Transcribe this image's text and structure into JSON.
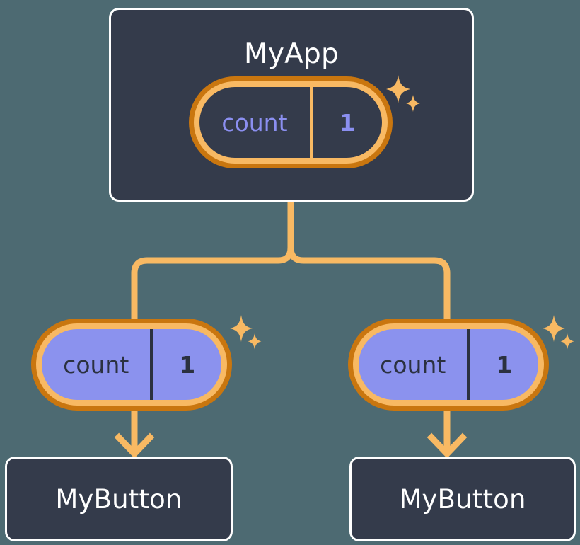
{
  "diagram": {
    "type": "component-state-tree",
    "background_color": "#4d6a72",
    "palette": {
      "box_fill": "#343b4b",
      "box_border": "#ffffff",
      "pill_outer_ring": "#c9760f",
      "pill_band": "#f8b963",
      "pill_fill_child": "#8b92ee",
      "state_text_parent": "#8b8ff0",
      "state_text_child": "#2b3140",
      "connector": "#f8b963"
    }
  },
  "root": {
    "title": "MyApp",
    "state": {
      "key": "count",
      "value": "1"
    },
    "sparkle": "sparkle-icon"
  },
  "children": [
    {
      "state": {
        "key": "count",
        "value": "1"
      },
      "sparkle": "sparkle-icon",
      "component": {
        "title": "MyButton"
      }
    },
    {
      "state": {
        "key": "count",
        "value": "1"
      },
      "sparkle": "sparkle-icon",
      "component": {
        "title": "MyButton"
      }
    }
  ],
  "connectors": {
    "trunk": "vertical-line-from-root",
    "branch": "tee-split-to-two-children",
    "arrows": "arrow-down-to-component"
  }
}
